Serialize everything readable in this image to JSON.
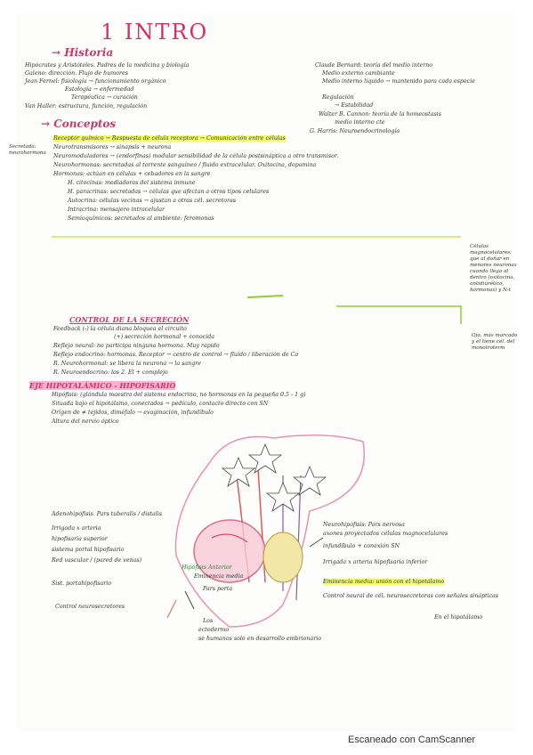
{
  "title": "1 INTRO",
  "sections": {
    "historia": "→ Historia",
    "conceptos": "→ Conceptos",
    "control": "CONTROL DE LA SECRECIÓN",
    "eje": "EJE HIPOTALÁMICO - HIPOFISARIO"
  },
  "historia_left": [
    "Hipócrates y Aristóteles. Padres de la medicina y biología",
    "Galeno: dirección. Flujo de humores",
    "Jean Fernel: fisiología → funcionamiento orgánico",
    "Estología → enfermedad",
    "Terapéutica → curación",
    "Van Haller: estructura, función, regulación"
  ],
  "historia_right": [
    "Claude Bernard: teoría del medio interno",
    "Medio externo cambiante",
    "Medio interno líquido → mantenido para cada especie",
    "Regulación",
    "→ Estabilidad",
    "Walter B. Cannon: teoría de la homeostasis",
    "medio interno cte",
    "G. Harris: Neuroendocrinología"
  ],
  "conceptos": [
    "Receptor químico → Respuesta de célula receptora → Comunicación entre células",
    "Neurotransmisores → sinapsis + neurona",
    "Neuromoduladores → (endorfinas) modular sensibilidad de la célula postsináptica a otro transmisor.",
    "Neurohormonas: secretadas al torrente sanguíneo / fluido extracelular. Oxitocina, dopamina",
    "Hormonas: actúan en células + cebadores en la sangre",
    "H. citocinas: mediadoras del sistema inmune",
    "H. paracrinas: secretadas → células que afectan a otros tipos celulares",
    "Autocrina: células vecinas → ajustan a otras cél. secretoras",
    "Intracrina: mensajero intracelular",
    "Semioquímicos: secretados al ambiente: feromonas"
  ],
  "control": [
    "Feedback (-) la célula diana bloquea el circuito",
    "(+) secreción hormonal + conocida",
    "Reflejo neural: no participa ninguna hormona. Muy rápido",
    "Reflejo endocrino: hormonas. Receptor → centro de control → fluido / liberación de Ca",
    "R. Neurohormonal: se libera la neurona → la sangre",
    "R. Neuroendocrino: los 2. El + complejo"
  ],
  "eje": [
    "Hipófisis: (glándula maestra del sistema endocrino, no hormonas en la pequeña 0.5 - 1 g)",
    "Situada bajo el hipotálamo, conectados → pedículo, contacto directo con SN",
    "Origen de ≠ tejidos, diméfalo → evaginación, infundíbulo",
    "Altura del nervio óptico"
  ],
  "labels": {
    "adenohipofisis": "Adenohipófisis. Pars tuberalis / distalis",
    "irrigada": "Irrigada x arteria",
    "portal": "hipofisaria superior",
    "interna": "sistema portal hipofisario",
    "capilar": "Red vascular / (pared de venas)",
    "sist": "Sist. portahipofisario",
    "control": "Control neurosecretores",
    "neuro": "Neurohipófisis: Pars nervosa",
    "axones": "axones proyectados células magnocelulares",
    "infund": "infundíbulo + conexión SN",
    "irrig2": "Irrigada x arteria hipofisaria inferior",
    "eminencia": "Eminencia media: unión con el hipotálamo",
    "control2": "Control neural de cél. neurosecretoras con señales sinápticas",
    "hipot": "En el hipotálamo",
    "hipofis": "Hipófisis Anterior",
    "eminencia_s": "Eminencia media",
    "pars": "Pars porta",
    "los": "Los",
    "ectoderm": "ectodermo",
    "embrion": "se humanos solo en desarrollo embrionario"
  },
  "margin": {
    "secreta": "Secretada: neurohormona",
    "cells": "Células magnocelulares: que al dañar en menores neuronas cuando llega al dentro (oxitocina, antidiurético, hormonas) y N-t",
    "ojo": "Ojo, más marcado y él tiene cél. del monotroterm"
  },
  "footer": "Escaneado con CamScanner"
}
